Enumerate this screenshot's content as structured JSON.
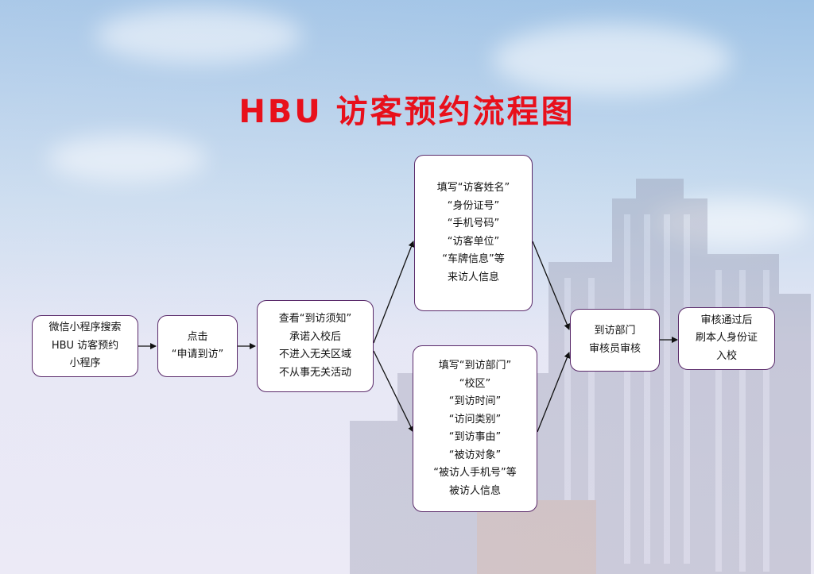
{
  "title": "HBU 访客预约流程图",
  "nodes": {
    "search": "微信小程序搜索\nHBU 访客预约\n小程序",
    "apply": "点击\n“申请到访”",
    "notice": "查看“到访须知”\n承诺入校后\n不进入无关区域\n不从事无关活动",
    "visitor_info": "填写“访客姓名”\n“身份证号”\n“手机号码”\n“访客单位”\n“车牌信息”等\n来访人信息",
    "host_info": "填写“到访部门”\n“校区”\n“到访时间”\n“访问类别”\n“到访事由”\n“被访对象”\n“被访人手机号”等\n被访人信息",
    "review": "到访部门\n审核员审核",
    "entry": "审核通过后\n刷本人身份证\n入校"
  },
  "colors": {
    "title": "#e8101b",
    "box_border": "#5a2a6a",
    "arrow": "#111111"
  }
}
